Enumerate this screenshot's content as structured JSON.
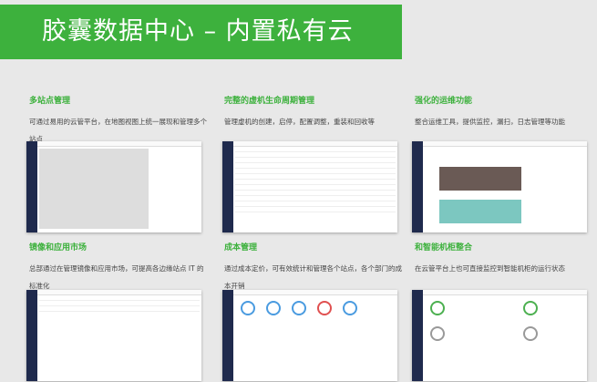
{
  "title": "胶囊数据中心 – 内置私有云",
  "features": [
    {
      "title": "多站点管理",
      "desc": "可通过易用的云管平台，在地图视图上统一展现和管理多个站点"
    },
    {
      "title": "完整的虚机生命周期管理",
      "desc": "管理虚机的创建，启停，配置调整，重装和回收等"
    },
    {
      "title": "强化的运维功能",
      "desc": "整合运维工具，提供监控，漏扫，日志管理等功能"
    },
    {
      "title": "镜像和应用市场",
      "desc": "总部通过在管理镜像和应用市场，可提高各边缘站点 IT 的标准化"
    },
    {
      "title": "成本管理",
      "desc": "通过成本定价，可有效统计和管理各个站点，各个部门的成本开销"
    },
    {
      "title": "和智能机柜整合",
      "desc": "在云管平台上也可直接监控到智能机柜的运行状态"
    }
  ],
  "colors": {
    "accent": "#3db13d"
  }
}
